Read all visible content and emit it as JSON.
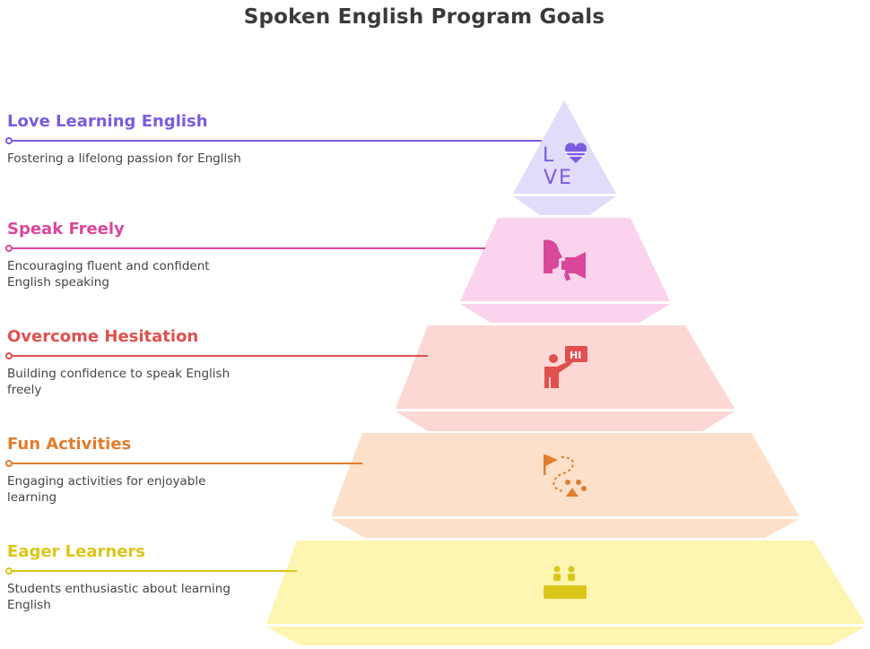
{
  "title": "Spoken English Program Goals",
  "levels": [
    {
      "heading": "Love Learning English",
      "description": "Fostering a lifelong passion for English",
      "icon": "love-heart-icon",
      "color": "#7b5cde",
      "fill": "#e2dcfb"
    },
    {
      "heading": "Speak Freely",
      "description": "Encouraging fluent and confident English speaking",
      "icon": "megaphone-speaker-icon",
      "color": "#d9479b",
      "fill": "#fbd3ec"
    },
    {
      "heading": "Overcome Hesitation",
      "description": "Building confidence to speak English freely",
      "icon": "person-saying-hi-icon",
      "color": "#e0504f",
      "fill": "#fcd7d3"
    },
    {
      "heading": "Fun Activities",
      "description": "Engaging activities for enjoyable learning",
      "icon": "treasure-map-flag-icon",
      "color": "#e07d2f",
      "fill": "#fde0c9"
    },
    {
      "heading": "Eager Learners",
      "description": "Students enthusiastic about learning English",
      "icon": "students-at-desk-icon",
      "color": "#dcc519",
      "fill": "#fdf5b0"
    }
  ],
  "icon_text": {
    "love_top": "L",
    "love_bottom": "VE",
    "hi": "HI"
  }
}
